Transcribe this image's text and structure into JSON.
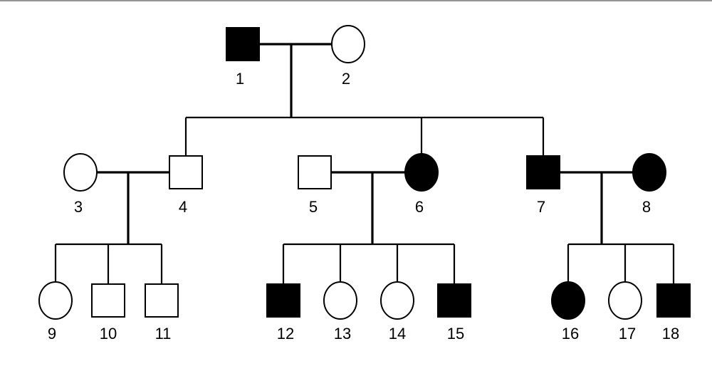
{
  "pedigree": {
    "colors": {
      "affected": "#000000",
      "unaffected": "#ffffff",
      "stroke": "#000000"
    },
    "individuals": [
      {
        "id": "1",
        "label": "1",
        "sex": "male",
        "affected": true
      },
      {
        "id": "2",
        "label": "2",
        "sex": "female",
        "affected": false
      },
      {
        "id": "3",
        "label": "3",
        "sex": "female",
        "affected": false
      },
      {
        "id": "4",
        "label": "4",
        "sex": "male",
        "affected": false
      },
      {
        "id": "5",
        "label": "5",
        "sex": "male",
        "affected": false
      },
      {
        "id": "6",
        "label": "6",
        "sex": "female",
        "affected": true
      },
      {
        "id": "7",
        "label": "7",
        "sex": "male",
        "affected": true
      },
      {
        "id": "8",
        "label": "8",
        "sex": "female",
        "affected": true
      },
      {
        "id": "9",
        "label": "9",
        "sex": "female",
        "affected": false
      },
      {
        "id": "10",
        "label": "10",
        "sex": "male",
        "affected": false
      },
      {
        "id": "11",
        "label": "11",
        "sex": "male",
        "affected": false
      },
      {
        "id": "12",
        "label": "12",
        "sex": "male",
        "affected": true
      },
      {
        "id": "13",
        "label": "13",
        "sex": "female",
        "affected": false
      },
      {
        "id": "14",
        "label": "14",
        "sex": "female",
        "affected": false
      },
      {
        "id": "15",
        "label": "15",
        "sex": "male",
        "affected": true
      },
      {
        "id": "16",
        "label": "16",
        "sex": "female",
        "affected": true
      },
      {
        "id": "17",
        "label": "17",
        "sex": "female",
        "affected": false
      },
      {
        "id": "18",
        "label": "18",
        "sex": "male",
        "affected": true
      }
    ],
    "couples": [
      {
        "partners": [
          "1",
          "2"
        ],
        "children": [
          "4",
          "6",
          "7"
        ]
      },
      {
        "partners": [
          "3",
          "4"
        ],
        "children": [
          "9",
          "10",
          "11"
        ]
      },
      {
        "partners": [
          "5",
          "6"
        ],
        "children": [
          "12",
          "13",
          "14",
          "15"
        ]
      },
      {
        "partners": [
          "7",
          "8"
        ],
        "children": [
          "16",
          "17",
          "18"
        ]
      }
    ]
  }
}
